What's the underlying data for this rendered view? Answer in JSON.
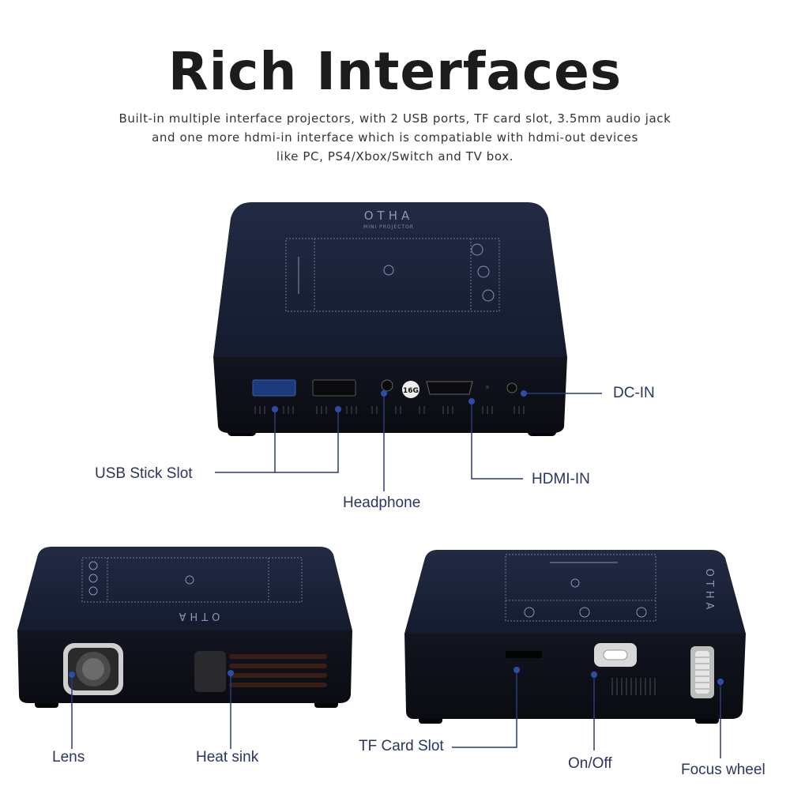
{
  "header": {
    "title": "Rich Interfaces",
    "description": [
      "Built-in multiple interface projectors, with 2 USB ports, TF card slot, 3.5mm audio jack",
      "and one more hdmi-in interface which is compatiable with hdmi-out devices",
      "like PC, PS4/Xbox/Switch and TV box."
    ]
  },
  "device": {
    "brand_logo": "OTHA",
    "brand_sub": "MINI PROJECTOR",
    "card_badge": "16G"
  },
  "labels": {
    "dc_in": "DC-IN",
    "usb_stick_slot": "USB Stick Slot",
    "hdmi_in": "HDMI-IN",
    "headphone": "Headphone",
    "lens": "Lens",
    "heat_sink": "Heat sink",
    "tf_card_slot": "TF Card Slot",
    "on_off": "On/Off",
    "focus_wheel": "Focus wheel"
  },
  "colors": {
    "callout_line": "#2b3a78",
    "label_text": "#2a3560",
    "device_body": "#151a2c",
    "device_top": "#1b2236"
  }
}
